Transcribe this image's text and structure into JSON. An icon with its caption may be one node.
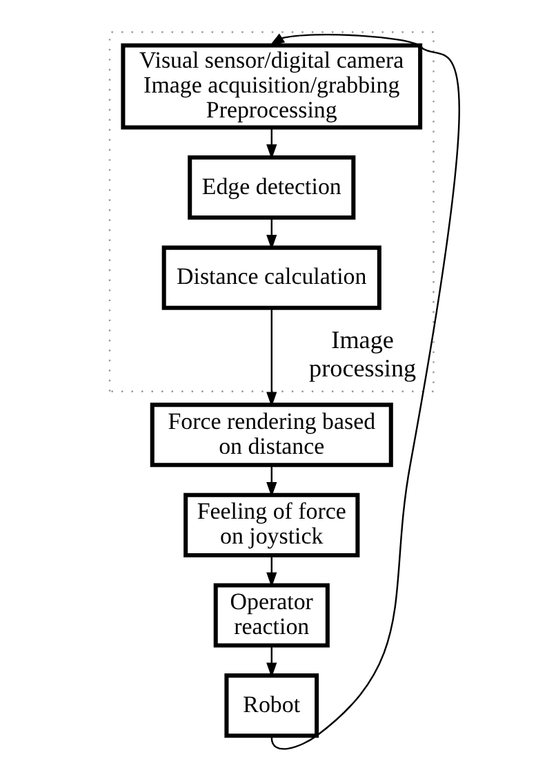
{
  "diagram": {
    "nodes": [
      {
        "text": [
          "Image processing"
        ]
      },
      {
        "text": [
          "Visual sensor/digital camera",
          "Image acquisition/grabbing",
          "Preprocessing"
        ],
        "in": 0
      },
      {
        "text": [
          "Edge detection"
        ],
        "in": 0
      },
      {
        "text": [
          "Distance calculation"
        ],
        "in": 0
      },
      {
        "text": [
          "Force rendering based on distance"
        ]
      },
      {
        "text": [
          "Feeling of force on joystick"
        ]
      },
      {
        "text": [
          "Operator reaction"
        ]
      },
      {
        "text": [
          "Robot"
        ]
      }
    ],
    "edges": [
      {
        "from": 1,
        "to": 2,
        "arrow": "to"
      },
      {
        "from": 2,
        "to": 3,
        "arrow": "to"
      },
      {
        "from": 3,
        "to": 4,
        "arrow": "to"
      },
      {
        "from": 4,
        "to": 5,
        "arrow": "to"
      },
      {
        "from": 5,
        "to": 6,
        "arrow": "to"
      },
      {
        "from": 6,
        "to": 7,
        "arrow": "to"
      },
      {
        "from": 7,
        "to": 1,
        "arrow": "to"
      }
    ]
  }
}
